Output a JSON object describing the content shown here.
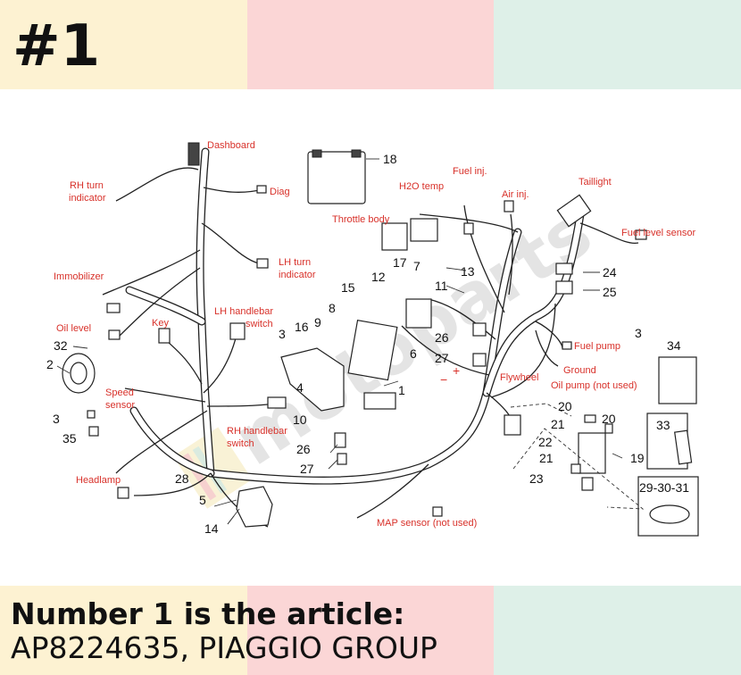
{
  "header": {
    "badge": "#1"
  },
  "footer": {
    "line1": "Number 1 is the article:",
    "line2": "AP8224635, PIAGGIO GROUP"
  },
  "diagram": {
    "labels": {
      "dashboard": "Dashboard",
      "diag": "Diag",
      "rh_turn": [
        "RH turn",
        "indicator"
      ],
      "lh_turn": [
        "LH turn",
        "indicator"
      ],
      "immobilizer": "Immobilizer",
      "oil_level": "Oil level",
      "key": "Key",
      "lh_handlebar": [
        "LH handlebar",
        "switch"
      ],
      "speed_sensor": [
        "Speed",
        "sensor"
      ],
      "rh_handlebar": [
        "RH handlebar",
        "switch"
      ],
      "headlamp": "Headlamp",
      "throttle_body": "Throttle body",
      "h2o_temp": "H2O temp",
      "fuel_inj": "Fuel inj.",
      "air_inj": "Air inj.",
      "taillight": "Taillight",
      "fuel_level_sensor": "Fuel level sensor",
      "fuel_pump": "Fuel pump",
      "ground": "Ground",
      "oil_pump": "Oil pump (not used)",
      "flywheel": "Flywheel",
      "map_sensor": "MAP sensor (not used)"
    },
    "numbers": {
      "n18": "18",
      "n17": "17",
      "n7": "7",
      "n12": "12",
      "n11": "11",
      "n13": "13",
      "n15": "15",
      "n8": "8",
      "n9": "9",
      "n16": "16",
      "n3a": "3",
      "n4": "4",
      "n10": "10",
      "n1": "1",
      "n6": "6",
      "n26a": "26",
      "n27a": "27",
      "n24": "24",
      "n25": "25",
      "n3b": "3",
      "n34": "34",
      "n32": "32",
      "n2": "2",
      "n3c": "3",
      "n35": "35",
      "n28": "28",
      "n5": "5",
      "n14": "14",
      "n26b": "26",
      "n27b": "27",
      "n20a": "20",
      "n21a": "21",
      "n20b": "20",
      "n22": "22",
      "n21b": "21",
      "n23": "23",
      "n19": "19",
      "n33": "33",
      "n29": "29-30-31",
      "minus": "−",
      "plus": "+"
    },
    "watermark": "motoparts"
  }
}
